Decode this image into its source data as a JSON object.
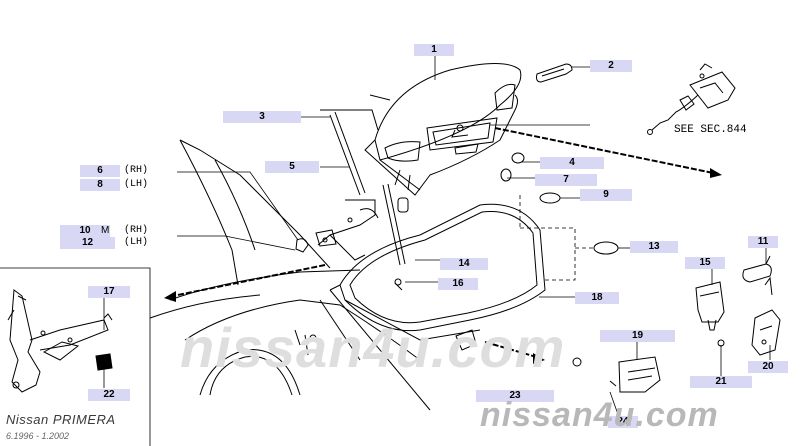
{
  "diagram": {
    "labels": {
      "p1": "1",
      "p2": "2",
      "p3": "3",
      "p4": "4",
      "p5": "5",
      "p6": "6",
      "p7": "7",
      "p8": "8",
      "p9": "9",
      "p10": "10",
      "p11": "11",
      "p12": "12",
      "p13": "13",
      "p14": "14",
      "p15": "15",
      "p16": "16",
      "p17": "17",
      "p18": "18",
      "p19": "19",
      "p20": "20",
      "p21": "21",
      "p22": "22",
      "p23": "23",
      "p24": "24"
    },
    "side_rh": "(RH)",
    "side_lh": "(LH)",
    "marker_m": "M",
    "see_ref": "SEE SEC.844",
    "brand_title": "Nissan PRIMERA",
    "brand_dates": "6.1996 - 1.2002",
    "watermark_main": "nissan4u.com",
    "watermark_faint": "nissan4u.com"
  },
  "colors": {
    "label_bg": "#d8d8f4",
    "line": "#000000",
    "watermark": "#b8b8b8"
  }
}
